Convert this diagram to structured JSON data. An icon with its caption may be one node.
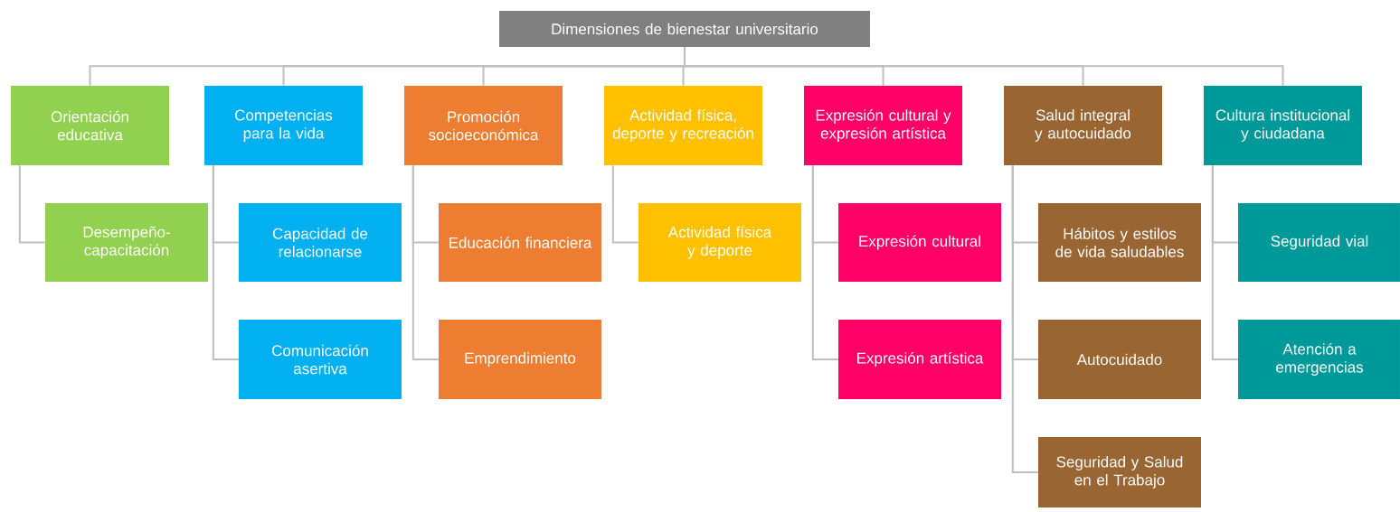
{
  "diagram": {
    "nodes": [
      {
        "text": [
          "Dimensiones de bienestar universitario"
        ]
      },
      {
        "text": [
          "Orientación educativa"
        ]
      },
      {
        "text": [
          "Desempeño-capacitación"
        ]
      },
      {
        "text": [
          "Competencias para la vida"
        ]
      },
      {
        "text": [
          "Capacidad de relacionarse"
        ]
      },
      {
        "text": [
          "Comunicación asertiva"
        ]
      },
      {
        "text": [
          "Promoción socioeconómica"
        ]
      },
      {
        "text": [
          "Educación financiera"
        ]
      },
      {
        "text": [
          "Emprendimiento"
        ]
      },
      {
        "text": [
          "Actividad física, deporte y recreación"
        ]
      },
      {
        "text": [
          "Actividad física y deporte"
        ]
      },
      {
        "text": [
          "Expresión cultural y expresión artística"
        ]
      },
      {
        "text": [
          "Expresión cultural"
        ]
      },
      {
        "text": [
          "Expresión artística"
        ]
      },
      {
        "text": [
          "Salud integral y autocuidado"
        ]
      },
      {
        "text": [
          "Hábitos y estilos de vida saludables"
        ]
      },
      {
        "text": [
          "Autocuidado"
        ]
      },
      {
        "text": [
          "Seguridad y Salud en el Trabajo"
        ]
      },
      {
        "text": [
          "Cultura institucional y ciudadana"
        ]
      },
      {
        "text": [
          "Seguridad vial"
        ]
      },
      {
        "text": [
          "Atención a emergencias"
        ]
      }
    ],
    "edges": [
      {
        "from": 0,
        "to": 1,
        "arrow": "none"
      },
      {
        "from": 0,
        "to": 3,
        "arrow": "none"
      },
      {
        "from": 0,
        "to": 6,
        "arrow": "none"
      },
      {
        "from": 0,
        "to": 9,
        "arrow": "none"
      },
      {
        "from": 0,
        "to": 11,
        "arrow": "none"
      },
      {
        "from": 0,
        "to": 14,
        "arrow": "none"
      },
      {
        "from": 0,
        "to": 18,
        "arrow": "none"
      },
      {
        "from": 1,
        "to": 2,
        "arrow": "none"
      },
      {
        "from": 3,
        "to": 4,
        "arrow": "none"
      },
      {
        "from": 3,
        "to": 5,
        "arrow": "none"
      },
      {
        "from": 6,
        "to": 7,
        "arrow": "none"
      },
      {
        "from": 6,
        "to": 8,
        "arrow": "none"
      },
      {
        "from": 9,
        "to": 10,
        "arrow": "none"
      },
      {
        "from": 11,
        "to": 12,
        "arrow": "none"
      },
      {
        "from": 11,
        "to": 13,
        "arrow": "none"
      },
      {
        "from": 14,
        "to": 15,
        "arrow": "none"
      },
      {
        "from": 14,
        "to": 16,
        "arrow": "none"
      },
      {
        "from": 14,
        "to": 17,
        "arrow": "none"
      },
      {
        "from": 18,
        "to": 19,
        "arrow": "none"
      },
      {
        "from": 18,
        "to": 20,
        "arrow": "none"
      }
    ]
  }
}
